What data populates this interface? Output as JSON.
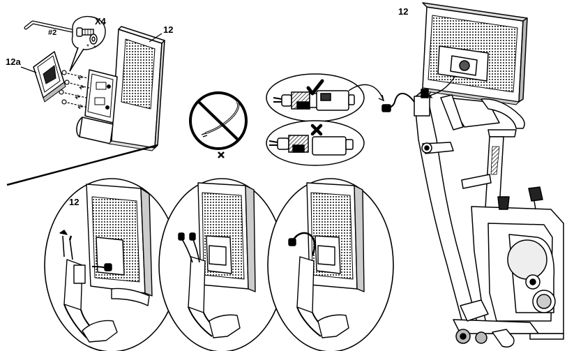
{
  "labels": {
    "console_top_left": "12",
    "console_bike": "12",
    "console_detail": "12",
    "cover": "12a",
    "wrench": "#2",
    "quantity": "X4"
  },
  "marks": {
    "correct": "check-icon",
    "incorrect": "x-icon",
    "prohibited": "no-symbol-icon"
  },
  "colors": {
    "ink": "#000000",
    "paper": "#ffffff",
    "shade": "#555555"
  }
}
